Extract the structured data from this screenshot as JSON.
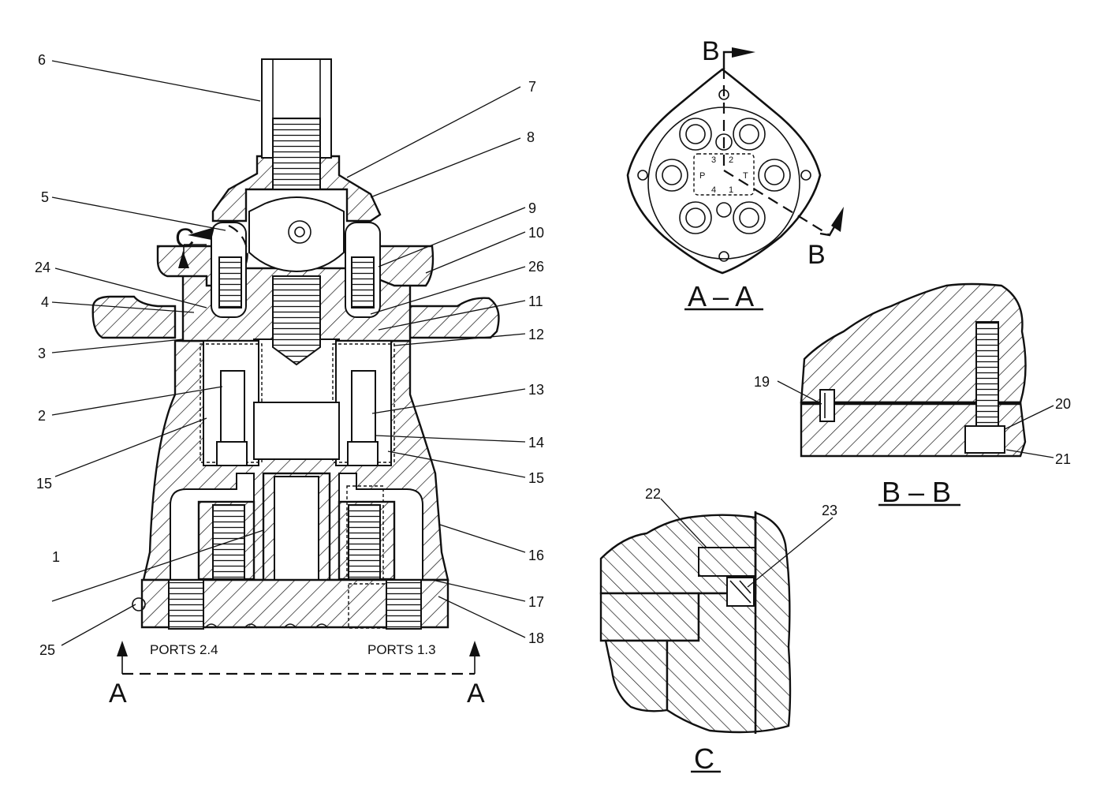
{
  "main_view": {
    "part_numbers": [
      "1",
      "2",
      "3",
      "4",
      "5",
      "6",
      "7",
      "8",
      "9",
      "10",
      "11",
      "12",
      "13",
      "14",
      "15",
      "15",
      "16",
      "17",
      "18",
      "24",
      "25",
      "26"
    ],
    "ports_left": "PORTS  2.4",
    "ports_right": "PORTS  1.3",
    "section_marker_letter": "A",
    "detail_marker_letter": "C"
  },
  "view_aa": {
    "title": "A – A",
    "section_marker_letter": "B",
    "port_labels": [
      "3",
      "2",
      "P",
      "T",
      "4",
      "1"
    ]
  },
  "view_bb": {
    "title": "B – B",
    "part_numbers": [
      "19",
      "20",
      "21"
    ]
  },
  "view_c": {
    "title": "C",
    "part_numbers": [
      "22",
      "23"
    ]
  }
}
